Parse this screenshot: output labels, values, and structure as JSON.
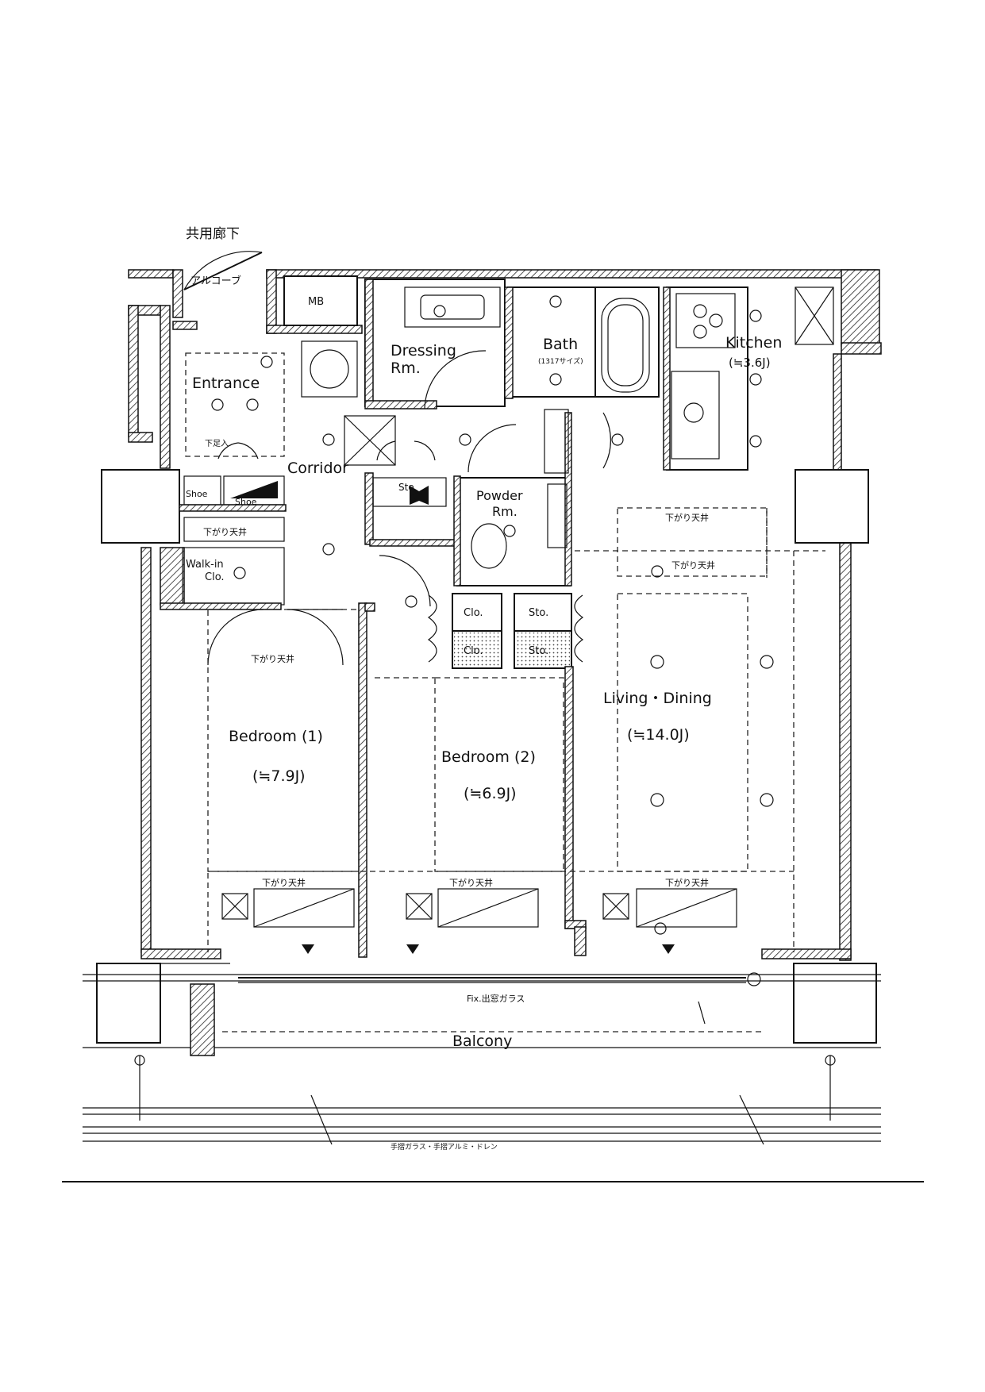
{
  "top_label": "共用廊下",
  "rooms": {
    "alcove": "アルコーブ",
    "mb": "MB",
    "entrance": "Entrance",
    "dressing": [
      "Dressing",
      "Rm."
    ],
    "bath": "Bath",
    "bath_size": "(1317サイズ)",
    "kitchen": "Kitchen",
    "kitchen_area": "(≒3.6J)",
    "corridor": "Corridor",
    "sto": "Sto.",
    "powder": [
      "Powder",
      "Rm."
    ],
    "shoe1": "Shoe",
    "shoe2": "Shoe",
    "walkin": [
      "Walk-in",
      "Clo."
    ],
    "clo1": "Clo.",
    "clo2": "Clo.",
    "sto1": "Sto.",
    "sto2": "Sto.",
    "bedroom1": "Bedroom (1)",
    "bedroom1_area": "(≒7.9J)",
    "bedroom2": "Bedroom (2)",
    "bedroom2_area": "(≒6.9J)",
    "living": "Living・Dining",
    "living_area": "(≒14.0J)",
    "balcony": "Balcony"
  },
  "notes": {
    "ceiling": "下がり天井",
    "fix_glass": "Fix.出窓ガラス",
    "shoe_storage": "下足入",
    "bottom": "手摺ガラス・手摺アルミ・ドレン"
  }
}
